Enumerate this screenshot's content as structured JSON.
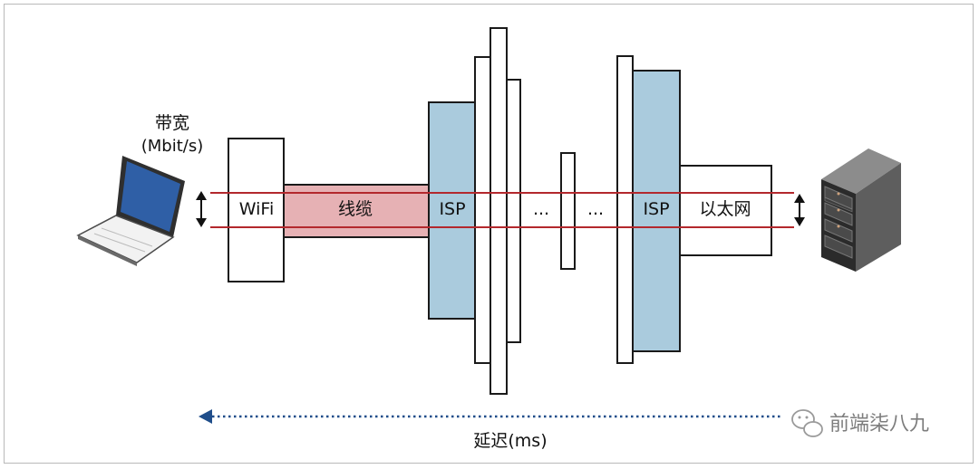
{
  "diagram": {
    "bandwidth_label": "带宽",
    "bandwidth_unit": "(Mbit/s)",
    "latency_label": "延迟(ms)",
    "hops": {
      "wifi": "WiFi",
      "cable": "线缆",
      "isp_left": "ISP",
      "dots_1": "...",
      "dots_2": "...",
      "isp_right": "ISP",
      "ethernet": "以太网"
    },
    "watermark": "前端柒八九"
  },
  "colors": {
    "band_line": "#b3282d",
    "isp_fill": "#aacbdd",
    "cable_fill": "#e6b1b4",
    "arrow": "#1f4d8a"
  },
  "icons": [
    "laptop-icon",
    "server-icon",
    "double-arrow-icon",
    "wechat-icon"
  ]
}
